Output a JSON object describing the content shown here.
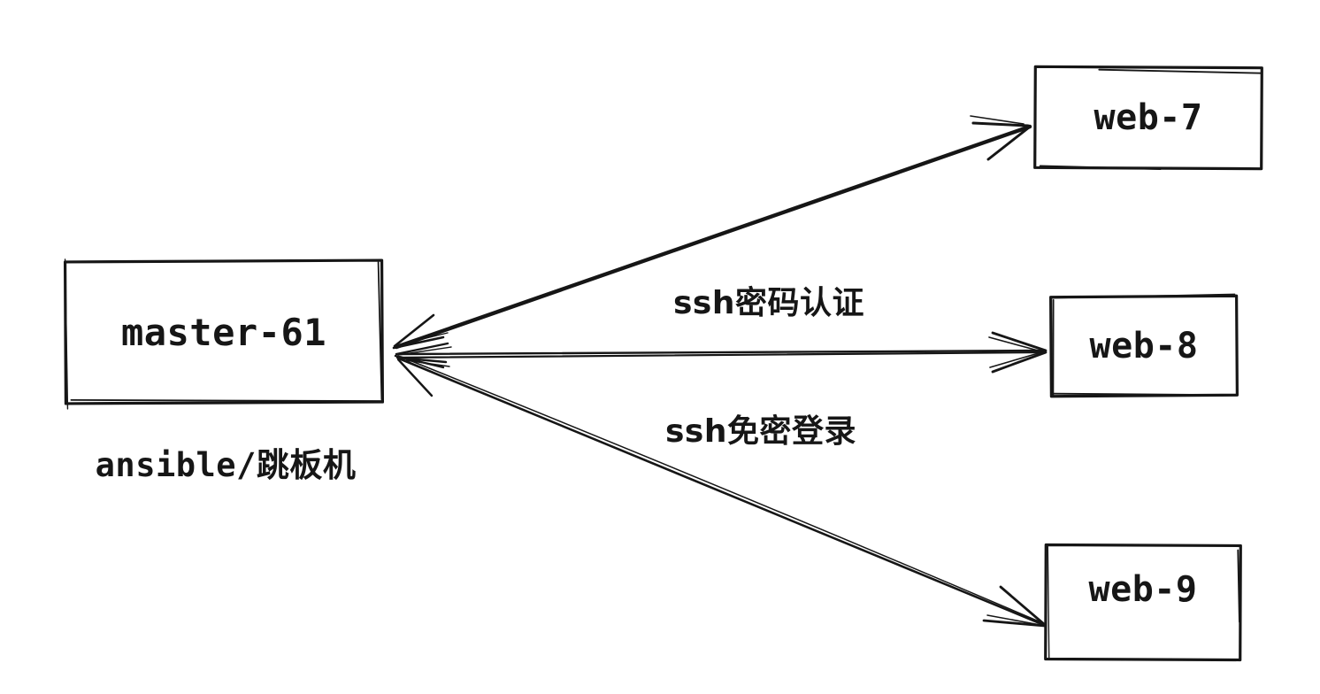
{
  "colors": {
    "background": "#ffffff",
    "stroke": "#161616",
    "text": "#161616"
  },
  "nodes": {
    "master": {
      "label": "master-61",
      "caption": "ansible/跳板机"
    },
    "web7": {
      "label": "web-7"
    },
    "web8": {
      "label": "web-8"
    },
    "web9": {
      "label": "web-9"
    }
  },
  "edges": [
    {
      "from": "master-61",
      "to": "web-7",
      "arrows": "both",
      "label": ""
    },
    {
      "from": "master-61",
      "to": "web-8",
      "arrows": "both",
      "label": "ssh密码认证"
    },
    {
      "from": "master-61",
      "to": "web-9",
      "arrows": "both",
      "label": "ssh免密登录"
    }
  ]
}
